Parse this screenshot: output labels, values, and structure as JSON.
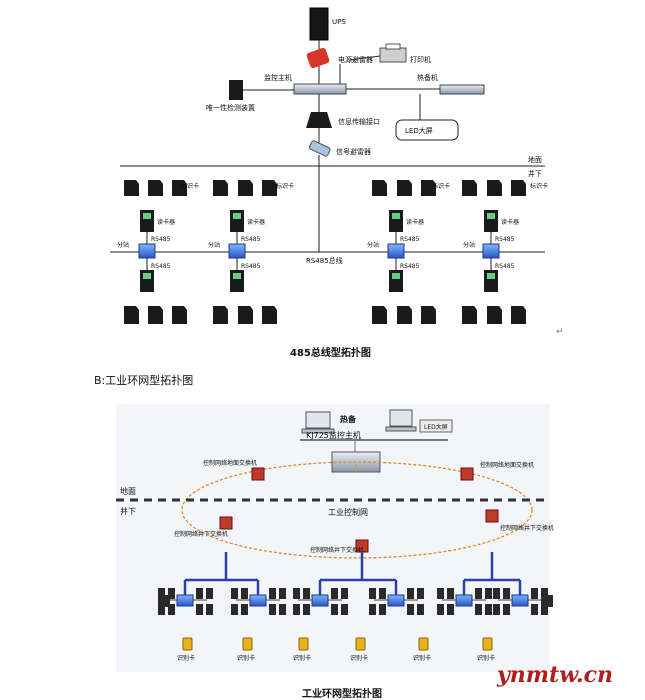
{
  "top": {
    "ups": "UPS",
    "power_surge": "电源避雷器",
    "printer": "打印机",
    "monitor_host": "监控主机",
    "hot_standby": "热备机",
    "uniqueness_detector": "唯一性检测装置",
    "info_interface": "信息传输接口",
    "led_screen": "LED大屏",
    "signal_surge": "信号避雷器",
    "ground": "地面",
    "underground": "井下",
    "id_card": "标识卡",
    "reader": "读卡器",
    "rs485": "RS485",
    "substation": "分站",
    "rs485_bus": "RS485总线",
    "caption": "485总线型拓扑图",
    "return_mark": "↵"
  },
  "section_b": {
    "label": "B:工业环网型拓扑图"
  },
  "bottom": {
    "hot_standby": "热备",
    "host": "KJ725监控主机",
    "led": "LED大屏",
    "ground": "地面",
    "underground": "井下",
    "network": "工业控制网",
    "surface_switch": "控制网络地面交换机",
    "under_switch": "控制网络井下交换机",
    "id_card": "识别卡",
    "caption": "工业环网型拓扑图"
  },
  "watermark": "ynmtw.cn",
  "colors": {
    "line": "#222222",
    "ring": "#e08a2e",
    "device_blue": "#2a55c8",
    "switch_red": "#c0392b",
    "card_gold": "#e8b21a",
    "watermark": "#b01e1e"
  }
}
